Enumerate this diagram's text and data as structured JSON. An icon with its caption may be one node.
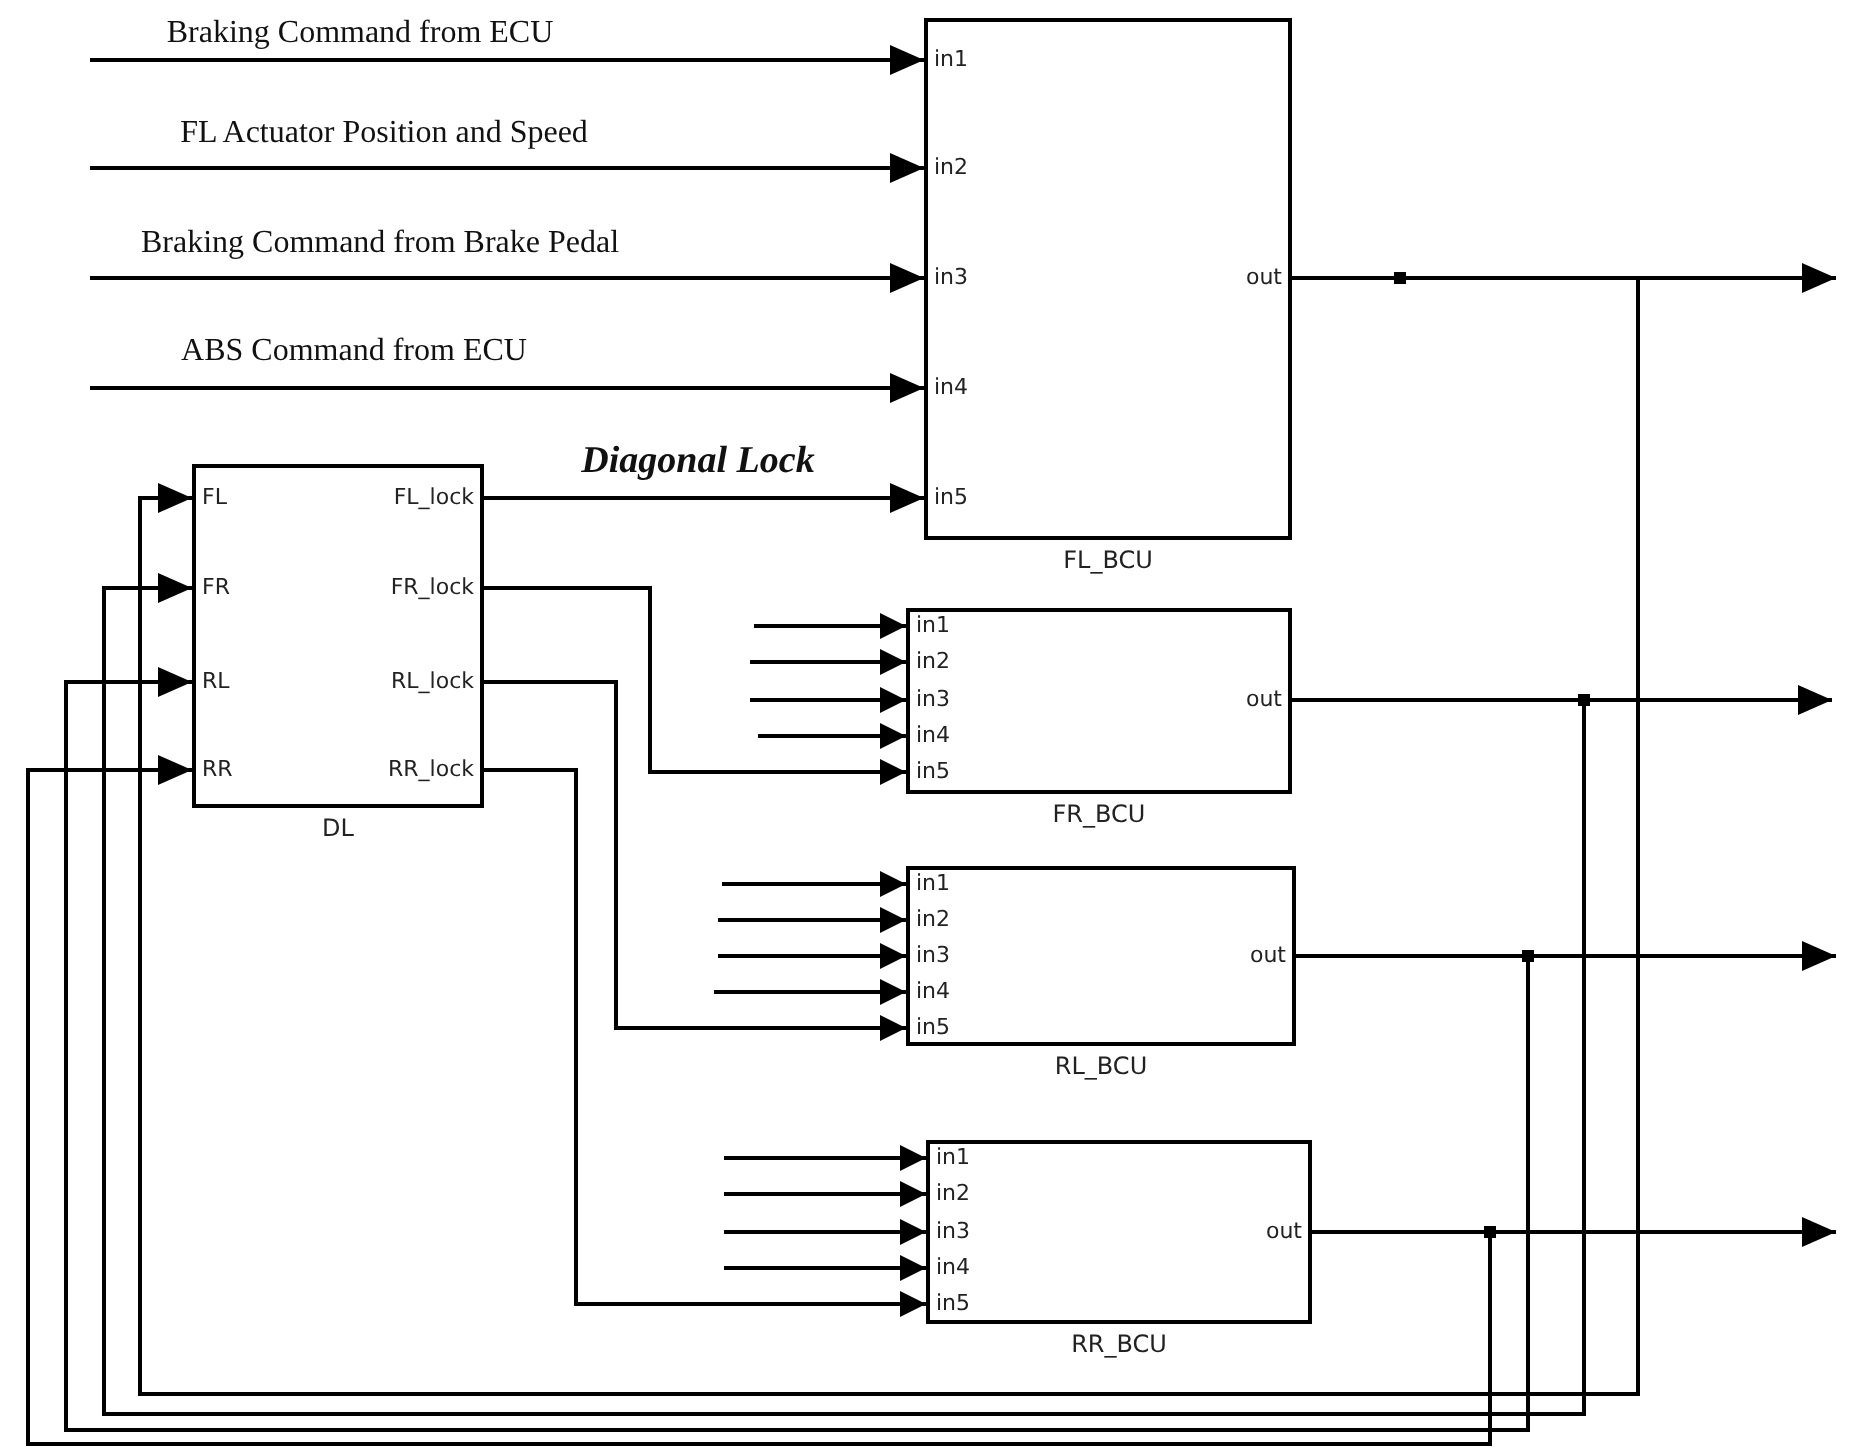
{
  "diagram": {
    "nodes": [
      {
        "text": [
          "in1",
          "in2",
          "in3",
          "in4",
          "in5",
          "out",
          "FL_BCU"
        ]
      },
      {
        "text": [
          "FL",
          "FR",
          "RL",
          "RR",
          "FL_lock",
          "FR_lock",
          "RL_lock",
          "RR_lock",
          "DL"
        ]
      },
      {
        "text": [
          "in1",
          "in2",
          "in3",
          "in4",
          "in5",
          "out",
          "FR_BCU"
        ]
      },
      {
        "text": [
          "in1",
          "in2",
          "in3",
          "in4",
          "in5",
          "out",
          "RL_BCU"
        ]
      },
      {
        "text": [
          "in1",
          "in2",
          "in3",
          "in4",
          "in5",
          "out",
          "RR_BCU"
        ]
      }
    ],
    "edges": [
      {
        "from": null,
        "to": 0,
        "arrow": "to",
        "label": "Braking Command from ECU"
      },
      {
        "from": null,
        "to": 0,
        "arrow": "to",
        "label": "FL Actuator Position and Speed"
      },
      {
        "from": null,
        "to": 0,
        "arrow": "to",
        "label": "Braking Command from Brake Pedal"
      },
      {
        "from": null,
        "to": 0,
        "arrow": "to",
        "label": "ABS Command from ECU"
      },
      {
        "from": 1,
        "to": 0,
        "arrow": "to",
        "label": "Diagonal Lock"
      },
      {
        "from": 1,
        "to": 2,
        "arrow": "to"
      },
      {
        "from": 1,
        "to": 3,
        "arrow": "to"
      },
      {
        "from": 1,
        "to": 4,
        "arrow": "to"
      },
      {
        "from": null,
        "to": 2,
        "arrow": "to"
      },
      {
        "from": null,
        "to": 2,
        "arrow": "to"
      },
      {
        "from": null,
        "to": 2,
        "arrow": "to"
      },
      {
        "from": null,
        "to": 2,
        "arrow": "to"
      },
      {
        "from": null,
        "to": 3,
        "arrow": "to"
      },
      {
        "from": null,
        "to": 3,
        "arrow": "to"
      },
      {
        "from": null,
        "to": 3,
        "arrow": "to"
      },
      {
        "from": null,
        "to": 3,
        "arrow": "to"
      },
      {
        "from": null,
        "to": 4,
        "arrow": "to"
      },
      {
        "from": null,
        "to": 4,
        "arrow": "to"
      },
      {
        "from": null,
        "to": 4,
        "arrow": "to"
      },
      {
        "from": null,
        "to": 4,
        "arrow": "to"
      },
      {
        "from": 0,
        "to": null,
        "arrow": "to"
      },
      {
        "from": 0,
        "to": 1,
        "arrow": "to"
      },
      {
        "from": 2,
        "to": null,
        "arrow": "to"
      },
      {
        "from": 2,
        "to": 1,
        "arrow": "to"
      },
      {
        "from": 3,
        "to": null,
        "arrow": "to"
      },
      {
        "from": 3,
        "to": 1,
        "arrow": "to"
      },
      {
        "from": 4,
        "to": null,
        "arrow": "to"
      },
      {
        "from": 4,
        "to": 1,
        "arrow": "to"
      }
    ]
  }
}
